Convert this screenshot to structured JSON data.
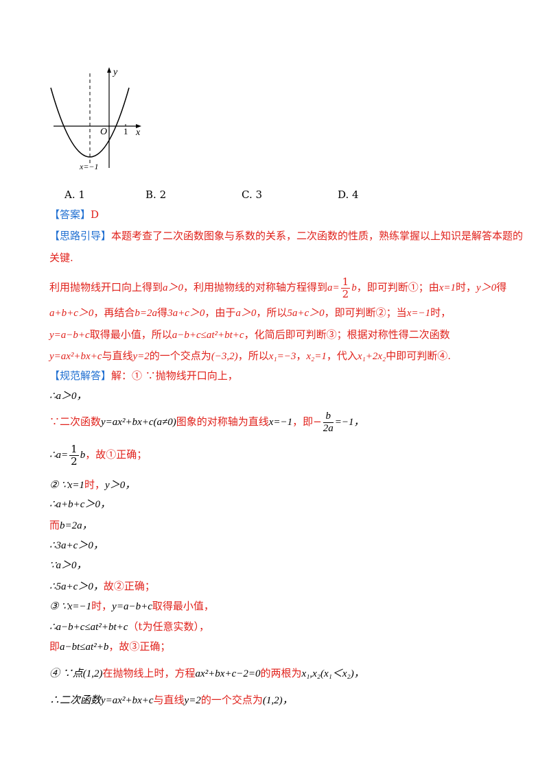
{
  "figure": {
    "y_label": "y",
    "x_label": "x",
    "origin_label": "O",
    "tick_one": "1",
    "axis_note": "x=−1"
  },
  "options": [
    {
      "letter": "A.",
      "value": "1"
    },
    {
      "letter": "B.",
      "value": "2"
    },
    {
      "letter": "C.",
      "value": "3"
    },
    {
      "letter": "D.",
      "value": "4"
    }
  ],
  "answer": {
    "tag": "【答案】",
    "value": "D"
  },
  "guide": {
    "tag": "【思路引导】",
    "text1": "本题考查了二次函数图象与系数的关系，二次函数的性质，熟练掌握以上知识是解答本题的",
    "text2": "关键."
  },
  "steps": {
    "l1a": "利用抛物线开口向上得到",
    "l1b": "a＞0",
    "l1c": "，利用抛物线的对称轴方程得到",
    "l1d": "a=",
    "l1e": "b",
    "l1f": "，即可判断①；由",
    "l1g": "x=1",
    "l1h": "时，",
    "l1i": "y＞0",
    "l1j": "得",
    "l2a": "a+b+c＞0",
    "l2b": "，再结合",
    "l2c": "b=2a",
    "l2d": "得",
    "l2e": "3a+c＞0",
    "l2f": "，由于",
    "l2g": "a＞0",
    "l2h": "，所以",
    "l2i": "5a+c＞0",
    "l2j": "，即可判断②；当",
    "l2k": "x=−1",
    "l2l": "时，",
    "l3a": "y=a−b+c",
    "l3b": "取得最小值，所以",
    "l3c": "a−b+c≤at²+bt+c",
    "l3d": "，化简后即可判断③；根据对称性得二次函数",
    "l4a": "y=ax²+bx+c",
    "l4b": "与直线",
    "l4c": "y=2",
    "l4d": "的一个交点为",
    "l4e": "(−3,2)",
    "l4f": "，所以",
    "l4g": "x₁=−3",
    "l4h": "，",
    "l4i": "x₂=1",
    "l4j": "，代入",
    "l4k": "x₁+2x₂",
    "l4l": "中即可判断④."
  },
  "solution": {
    "tag": "【规范解答】",
    "s0": "解：①  ∵抛物线开口向上，",
    "s1": "∴a＞0，",
    "s2a": "∵二次函数",
    "s2b": "y=ax²+bx+c(a≠0)",
    "s2c": "图象的对称轴为直线",
    "s2d": "x=−1",
    "s2e": "，即−",
    "s2f_num": "b",
    "s2f_den": "2a",
    "s2g": "=−1，",
    "s3a": "∴a=",
    "s3b": "b",
    "s3c": "，故①正确；",
    "s4a": "②  ∵x=1",
    "s4b": "时，",
    "s4c": "y＞0，",
    "s5": "∴a+b+c＞0，",
    "s6a": "而",
    "s6b": "b=2a，",
    "s7": "∴3a+c＞0，",
    "s8": "∵a＞0，",
    "s9a": "∴5a+c＞0，",
    "s9b": "故②正确；",
    "s10a": "③  ∵x=−1",
    "s10b": "时，",
    "s10c": "y=a−b+c",
    "s10d": "取得最小值，",
    "s11a": "∴a−b+c≤at²+bt+c",
    "s11b": "（t为任意实数），",
    "s12a": "即",
    "s12b": "a−bt≤at²+b",
    "s12c": "，故③正确；",
    "s13a": "④  ∵点",
    "s13b": "(1,2)",
    "s13c": "在抛物线上时，方程",
    "s13d": "ax²+bx+c−2=0",
    "s13e": "的两根为",
    "s13f": "x₁,x₂(x₁＜x₂)",
    "s13g": "，",
    "s14a": "∴二次函数",
    "s14b": "y=ax²+bx+c",
    "s14c": "与直线",
    "s14d": "y=2",
    "s14e": "的一个交点为",
    "s14f": "(1,2)",
    "s14g": "，"
  },
  "frac_one": "1",
  "frac_two": "2"
}
